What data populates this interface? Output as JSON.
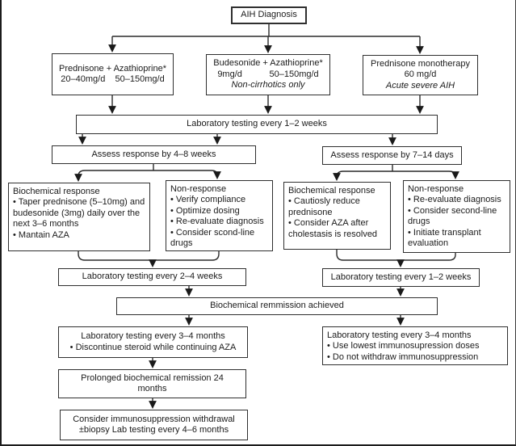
{
  "nodes": {
    "aih": {
      "label": "AIH Diagnosis"
    },
    "treat_pred_aza": {
      "line1": "Prednisone + Azathioprine*",
      "line2": "20–40mg/d    50–150mg/d"
    },
    "treat_bud_aza": {
      "line1": "Budesonide + Azathioprine*",
      "line2": "9mg/d           50–150mg/d",
      "note": "Non-cirrhotics only"
    },
    "treat_pred_mono": {
      "line1": "Prednisone monotherapy",
      "line2": "60 mg/d",
      "note": "Acute severe AIH"
    },
    "lab_1_2_weeks_top": {
      "label": "Laboratory testing every 1–2 weeks"
    },
    "assess_4_8_weeks": {
      "label": "Assess response by 4–8 weeks"
    },
    "assess_7_14_days": {
      "label": "Assess response by 7–14 days"
    },
    "biochem_response_left": {
      "title": "Biochemical response",
      "bullet1": "• Taper prednisone (5–10mg) and budesonide (3mg) daily over the next 3–6 months",
      "bullet2": "• Mantain AZA"
    },
    "non_response_left": {
      "title": "Non-response",
      "bullet1": "• Verify compliance",
      "bullet2": "• Optimize dosing",
      "bullet3": "• Re-evaluate diagnosis",
      "bullet4": "• Consider scond-line drugs"
    },
    "biochem_response_right": {
      "title": "Biochemical response",
      "bullet1": "• Cautiosly reduce prednisone",
      "bullet2": "• Consider AZA after cholestasis is resolved"
    },
    "non_response_right": {
      "title": "Non-response",
      "bullet1": "• Re-evaluate diagnosis",
      "bullet2": "• Consider second-line drugs",
      "bullet3": "• Initiate transplant evaluation"
    },
    "lab_2_4_weeks": {
      "label": "Laboratory testing every 2–4 weeks"
    },
    "lab_1_2_weeks_mid": {
      "label": "Laboratory testing every 1–2 weeks"
    },
    "remission": {
      "label": "Biochemical remmission achieved"
    },
    "lab_3_4_months_left": {
      "line1": "Laboratory testing every 3–4 months",
      "bullet1": "• Discontinue steroid while continuing AZA"
    },
    "lab_3_4_months_right": {
      "line1": "Laboratory testing every 3–4 months",
      "bullet1": "• Use lowest immunosupression doses",
      "bullet2": "• Do not withdraw immunosuppression"
    },
    "prolonged_remission": {
      "label": "Prolonged biochemical remission 24 months"
    },
    "consider_withdrawal": {
      "line1": "Consider immunosuppression withdrawal",
      "line2": "±biopsy Lab testing every 4–6 months"
    }
  },
  "colors": {
    "line": "#2a2a2a",
    "box_border": "#2f2f2f",
    "text": "#1b1b1b",
    "background": "#ffffff"
  }
}
